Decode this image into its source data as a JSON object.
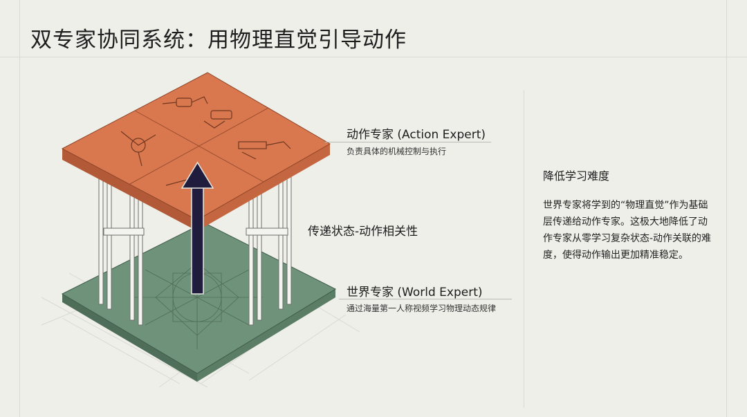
{
  "title": "双专家协同系统：用物理直觉引导动作",
  "action_expert": {
    "name": "动作专家 (Action Expert)",
    "desc": "负责具体的机械控制与执行"
  },
  "transfer_label": "传递状态-动作相关性",
  "world_expert": {
    "name": "世界专家 (World Expert)",
    "desc": "通过海量第一人称视频学习物理动态规律"
  },
  "sidebar": {
    "heading": "降低学习难度",
    "body": "世界专家将学到的“物理直觉”作为基础层传递给动作专家。这极大地降低了动作专家从零学习复杂状态-动作关联的难度，使得动作输出更加精准稳定。"
  },
  "colors": {
    "action_top": "#d9784f",
    "action_side": "#b25a38",
    "world_top": "#6f927a",
    "world_side": "#4f6e5a",
    "arrow": "#1f1c3e",
    "background": "#eeefe9"
  },
  "icons": [
    "robot-arm-sketch-icon",
    "up-arrow-icon"
  ]
}
